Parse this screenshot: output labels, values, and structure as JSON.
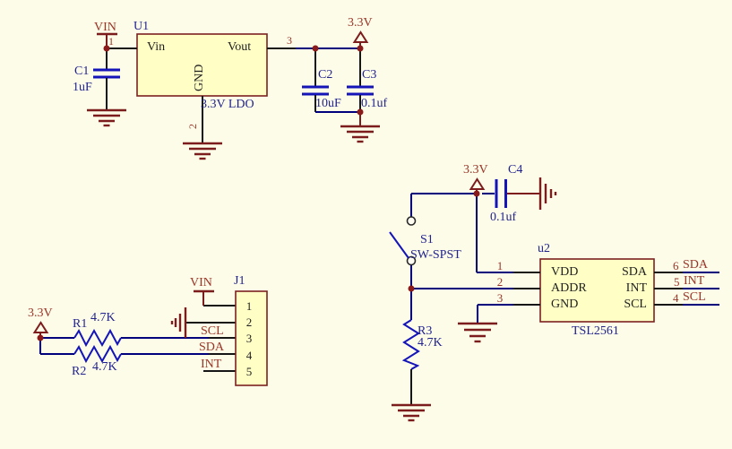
{
  "nets": {
    "vin": "VIN",
    "v33": "3.3V",
    "scl": "SCL",
    "sda": "SDA",
    "int": "INT"
  },
  "colors": {
    "background": "#FCFCE8",
    "component_fill": "#FFFFC5",
    "component_border": "#7D2020",
    "wire": "#00007D",
    "pin": "#161616",
    "symbol_maroon": "#7D1C1C",
    "net_text": "#9A3528",
    "label_text": "#23238E",
    "glyph_blue": "#1414B8",
    "junction_dot": "#8B1A1A"
  },
  "ldo": {
    "vin_net": "VIN",
    "v33_net": "3.3V",
    "u1_ref": "U1",
    "u1_comment": "3.3V LDO",
    "pin_in_name": "Vin",
    "pin_out_name": "Vout",
    "pin_gnd_name": "GND",
    "pin1": "1",
    "pin2": "2",
    "pin3": "3",
    "c1_ref": "C1",
    "c1_val": "1uF",
    "c2_ref": "C2",
    "c2_val": "10uF",
    "c3_ref": "C3",
    "c3_val": "0.1uf"
  },
  "sensor": {
    "v33_net": "3.3V",
    "c4_ref": "C4",
    "c4_val": "0.1uf",
    "s1_ref": "S1",
    "s1_type": "SW-SPST",
    "r3_ref": "R3",
    "r3_val": "4.7K",
    "u2_ref": "u2",
    "u2_part": "TSL2561",
    "left_pins": [
      {
        "num": "1",
        "name": "VDD"
      },
      {
        "num": "2",
        "name": "ADDR"
      },
      {
        "num": "3",
        "name": "GND"
      }
    ],
    "right_pins": [
      {
        "num": "6",
        "name": "SDA",
        "net": "SDA"
      },
      {
        "num": "5",
        "name": "INT",
        "net": "INT"
      },
      {
        "num": "4",
        "name": "SCL",
        "net": "SCL"
      }
    ]
  },
  "header": {
    "v33_net": "3.3V",
    "vin_net": "VIN",
    "r1_ref": "R1",
    "r1_val": "4.7K",
    "r2_ref": "R2",
    "r2_val": "4.7K",
    "j1_ref": "J1",
    "j1_pins": [
      "1",
      "2",
      "3",
      "4",
      "5"
    ],
    "scl_net": "SCL",
    "sda_net": "SDA",
    "int_net": "INT"
  }
}
